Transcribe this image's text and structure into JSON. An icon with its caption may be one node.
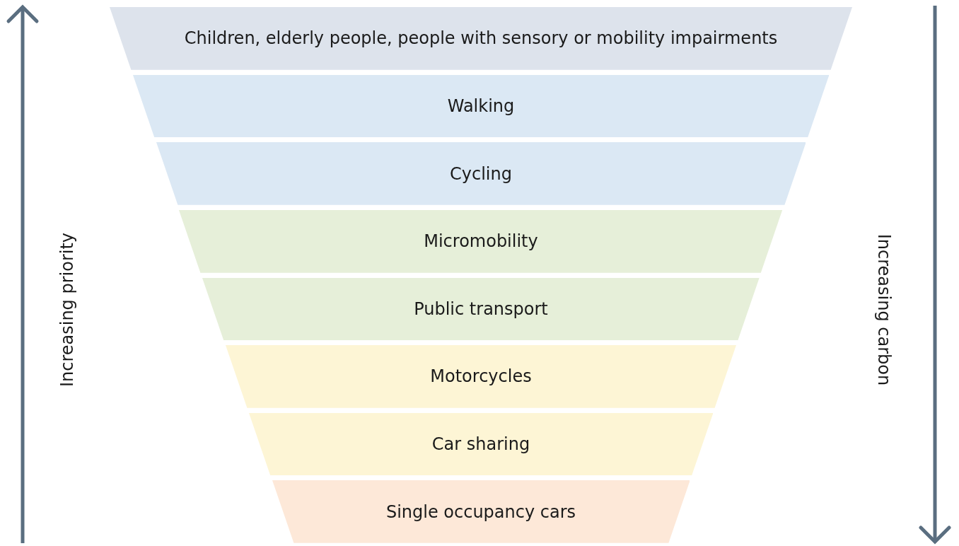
{
  "diagram": {
    "nodes": [
      {
        "text": [
          "Children, elderly people, people with sensory or mobility impairments"
        ]
      },
      {
        "text": [
          "Walking"
        ]
      },
      {
        "text": [
          "Cycling"
        ]
      },
      {
        "text": [
          "Micromobility"
        ]
      },
      {
        "text": [
          "Public transport"
        ]
      },
      {
        "text": [
          "Motorcycles"
        ]
      },
      {
        "text": [
          "Car sharing"
        ]
      },
      {
        "text": [
          "Single occupancy cars"
        ]
      }
    ],
    "labels": [
      "Increasing priority",
      "Increasing carbon"
    ]
  }
}
